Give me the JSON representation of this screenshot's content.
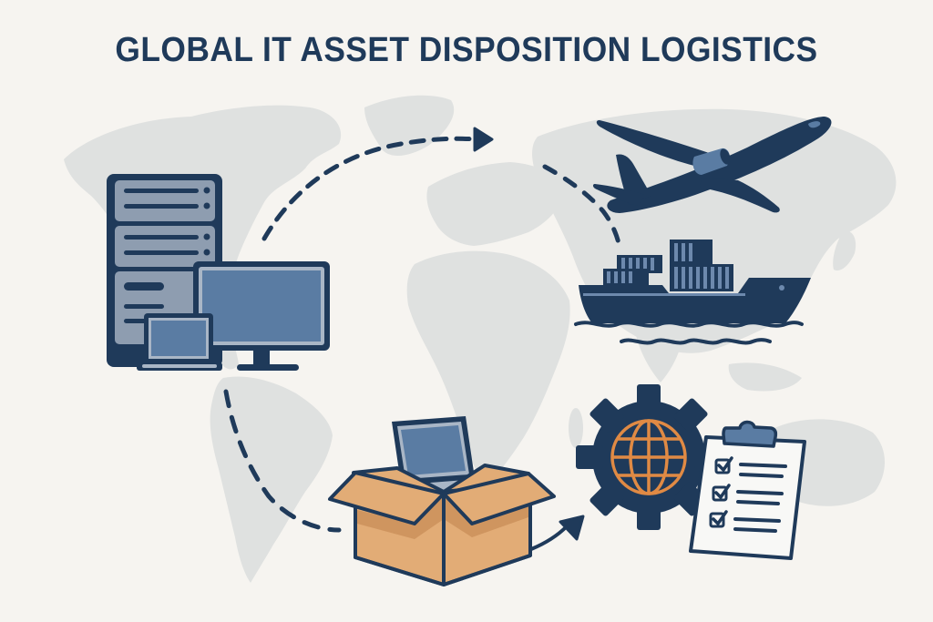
{
  "title": "GLOBAL IT ASSET DISPOSITION LOGISTICS",
  "colors": {
    "background": "#f6f4f0",
    "map_land": "#dfe1e0",
    "navy": "#1f3a5a",
    "steel_blue": "#5a7ca3",
    "light_gray_blue": "#8e9db0",
    "box_tan": "#e2ac76",
    "box_shadow": "#cf955f",
    "globe_orange": "#e08a44",
    "clipboard_white": "#f8f8f6"
  },
  "nodes": [
    {
      "id": "it-equipment",
      "label": "IT equipment (server, monitor, laptop)",
      "icon": "server-desktop-laptop-icon"
    },
    {
      "id": "air-freight",
      "label": "Air freight",
      "icon": "airplane-icon"
    },
    {
      "id": "sea-freight",
      "label": "Sea freight",
      "icon": "cargo-ship-icon"
    },
    {
      "id": "packaging",
      "label": "Packaged laptop",
      "icon": "open-box-laptop-icon"
    },
    {
      "id": "compliance",
      "label": "Global processing & compliance checklist",
      "icon": "gear-globe-checklist-icon"
    }
  ],
  "flows": [
    {
      "from": "it-equipment",
      "to": "air-freight",
      "style": "dashed-arrow"
    },
    {
      "from": "air-freight",
      "to": "sea-freight",
      "style": "dashed"
    },
    {
      "from": "it-equipment",
      "to": "packaging",
      "style": "dashed"
    },
    {
      "from": "packaging",
      "to": "compliance",
      "style": "solid-arrow"
    }
  ],
  "checklist": {
    "items_checked": 3
  }
}
